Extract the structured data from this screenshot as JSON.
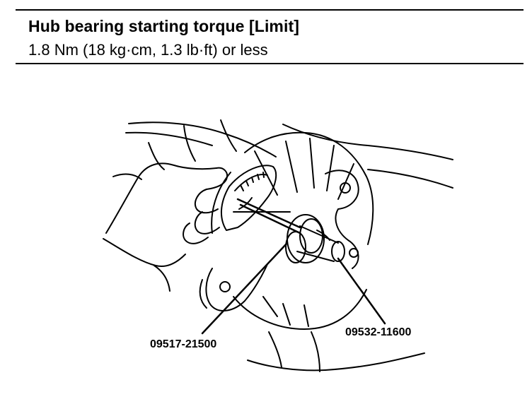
{
  "heading": {
    "title": "Hub bearing starting torque [Limit]",
    "spec": "1.8 Nm (18 kg·cm, 1.3 lb·ft) or less"
  },
  "illustration": {
    "callouts": [
      "09517-21500",
      "09532-11600"
    ],
    "subject": "hand holding torque gauge on wheel hub"
  }
}
